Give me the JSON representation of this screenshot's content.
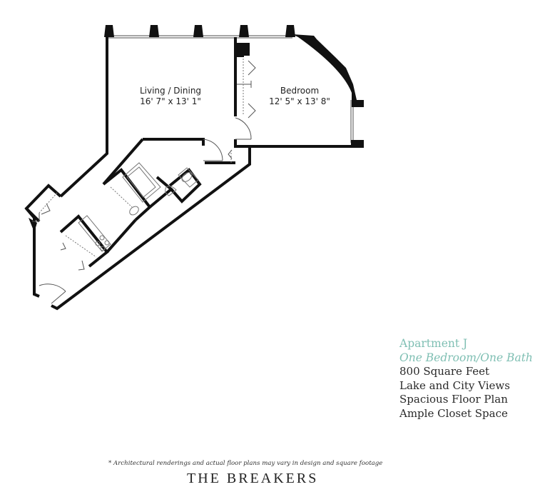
{
  "floorplan": {
    "rooms": [
      {
        "name": "Living / Dining",
        "dimensions": "16' 7\" x 13' 1\""
      },
      {
        "name": "Bedroom",
        "dimensions": "12' 5\" x 13' 8\""
      }
    ]
  },
  "info": {
    "title": "Apartment J",
    "subtitle": "One Bedroom/One Bath",
    "features": [
      "800 Square Feet",
      "Lake and City Views",
      "Spacious Floor Plan",
      "Ample Closet Space"
    ],
    "accent_color": "#7fbfb3"
  },
  "footer": {
    "disclaimer": "* Architectural renderings and actual floor plans may vary in design and square footage",
    "brand": "THE BREAKERS"
  }
}
